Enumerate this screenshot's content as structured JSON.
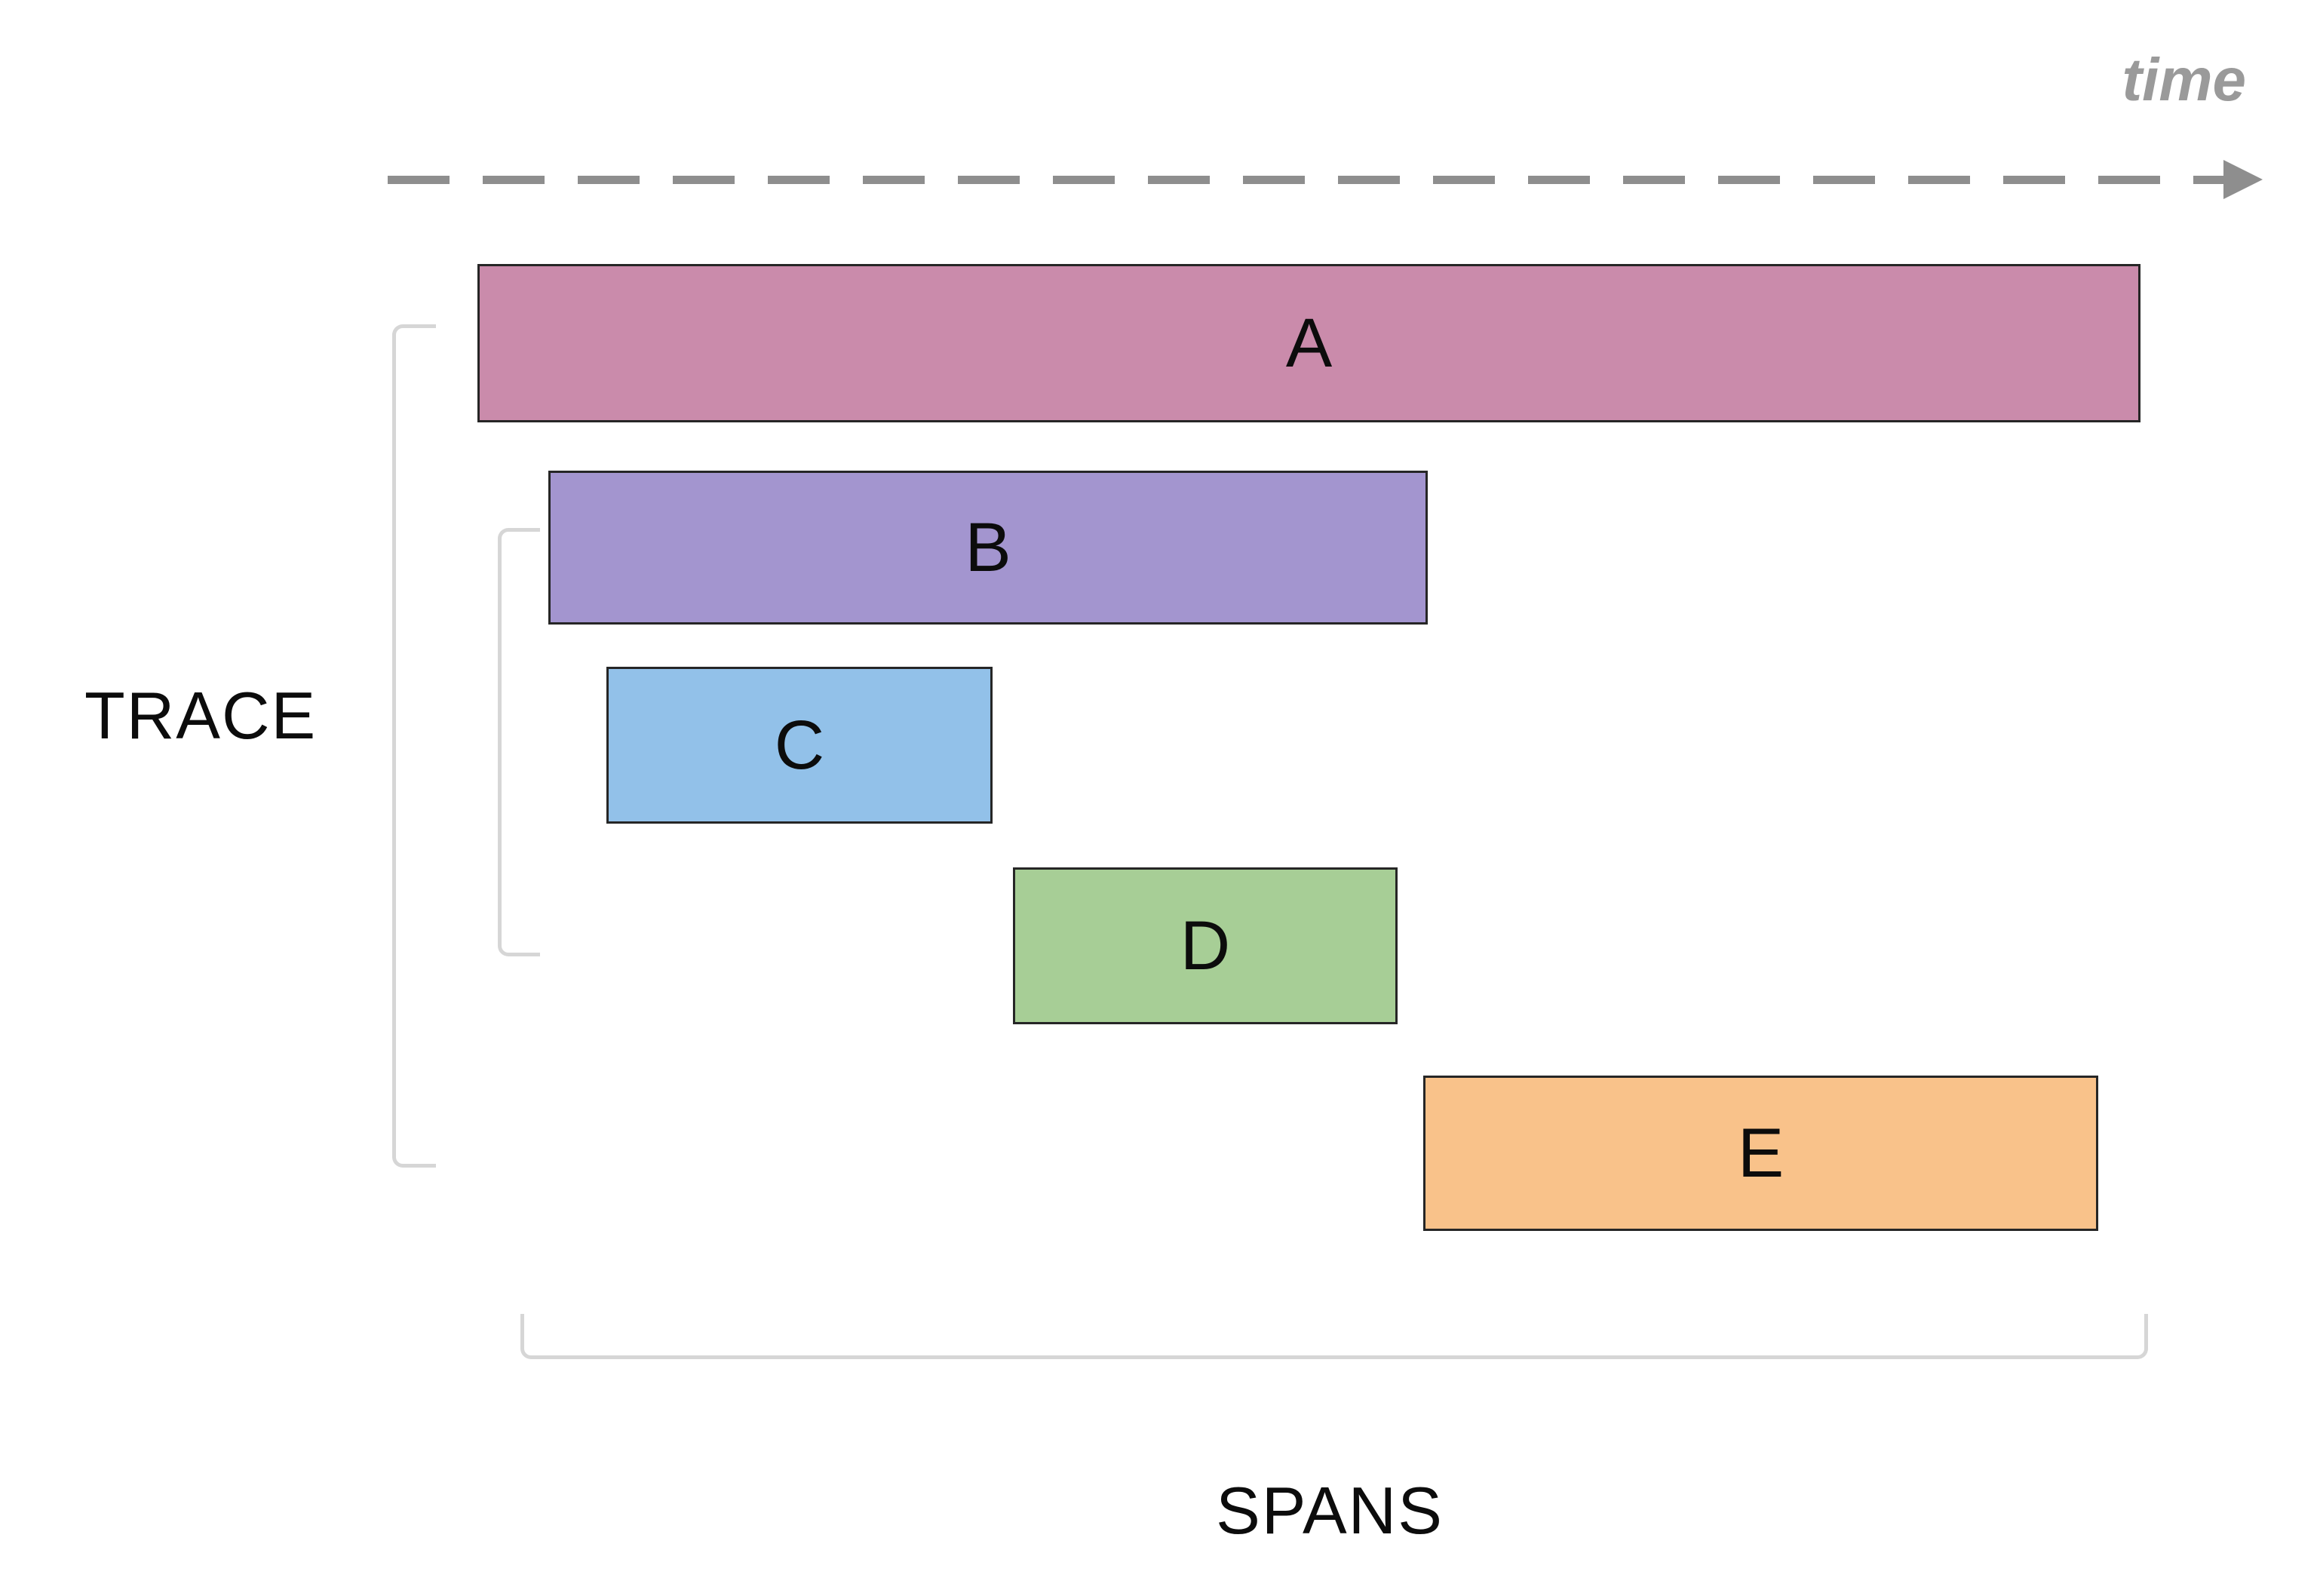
{
  "diagram": {
    "time_axis": {
      "label": "time"
    },
    "trace": {
      "label": "TRACE"
    },
    "spans_group": {
      "label": "SPANS"
    },
    "spans": [
      {
        "label": "A",
        "color": "#ca8bab"
      },
      {
        "label": "B",
        "color": "#a395cf"
      },
      {
        "label": "C",
        "color": "#92c1e9"
      },
      {
        "label": "D",
        "color": "#a7ce96"
      },
      {
        "label": "E",
        "color": "#f9c28a"
      }
    ],
    "colors": {
      "span_border": "#262626",
      "axis": "#8e8e8e",
      "bracket": "#d6d6d6",
      "time_text": "#9a9a9a",
      "label_text": "#0c0c0c"
    }
  }
}
